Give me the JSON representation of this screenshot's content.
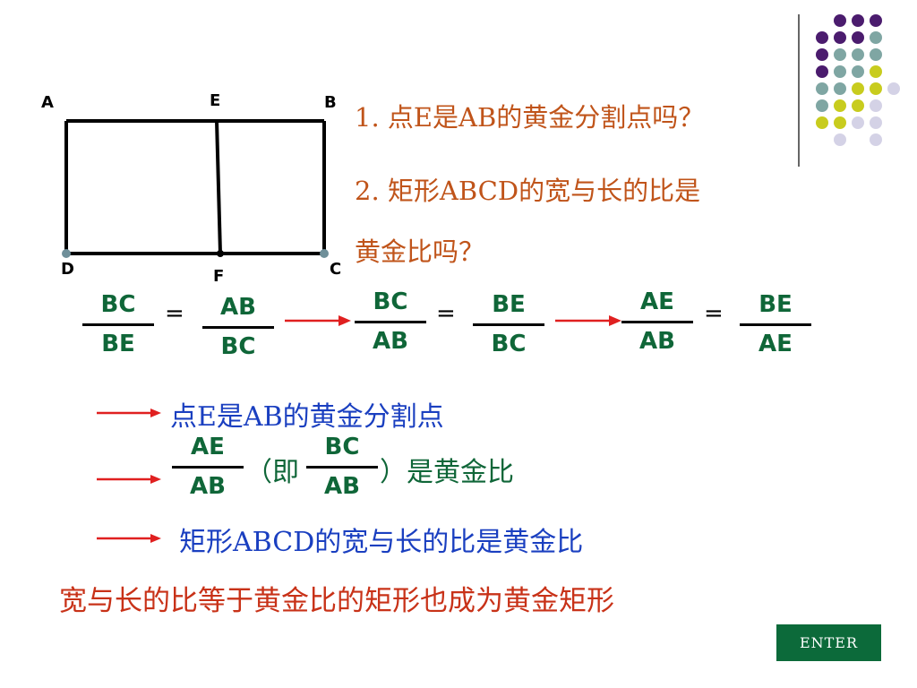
{
  "figure": {
    "vertex_labels": {
      "A": "A",
      "E": "E",
      "B": "B",
      "D": "D",
      "F": "F",
      "C": "C"
    }
  },
  "questions": {
    "q1": "1. 点E是AB的黄金分割点吗？",
    "q2_line1": "2. 矩形ABCD的宽与长的比是",
    "q2_line2": "黄金比吗？"
  },
  "equations": [
    {
      "left_num": "BC",
      "left_den": "BE",
      "eq": "=",
      "right_num": "AB",
      "right_den": "BC"
    },
    {
      "left_num": "BC",
      "left_den": "AB",
      "eq": "=",
      "right_num": "BE",
      "right_den": "BC"
    },
    {
      "left_num": "AE",
      "left_den": "AB",
      "eq": "=",
      "right_num": "BE",
      "right_den": "AE"
    }
  ],
  "conclusions": {
    "c1": "点E是AB的黄金分割点",
    "c2": {
      "num1": "AE",
      "den1": "AB",
      "mid": "（即",
      "num2": "BC",
      "den2": "AB",
      "tail": "）是黄金比"
    },
    "c3": "矩形ABCD的宽与长的比是黄金比"
  },
  "summary": "宽与长的比等于黄金比的矩形也成为黄金矩形",
  "enter_button": "ENTER",
  "colors": {
    "question": "#c0541a",
    "fraction": "#0f6638",
    "conclusion_blue": "#1a3fc0",
    "summary_red": "#c83218",
    "arrow": "#e02020",
    "button_bg": "#0c6a3a",
    "dot_purple": "#4b1c6e",
    "dot_teal": "#7fa6a3",
    "dot_yellow": "#c8cc1e",
    "dot_lavender": "#d4d2e6"
  }
}
